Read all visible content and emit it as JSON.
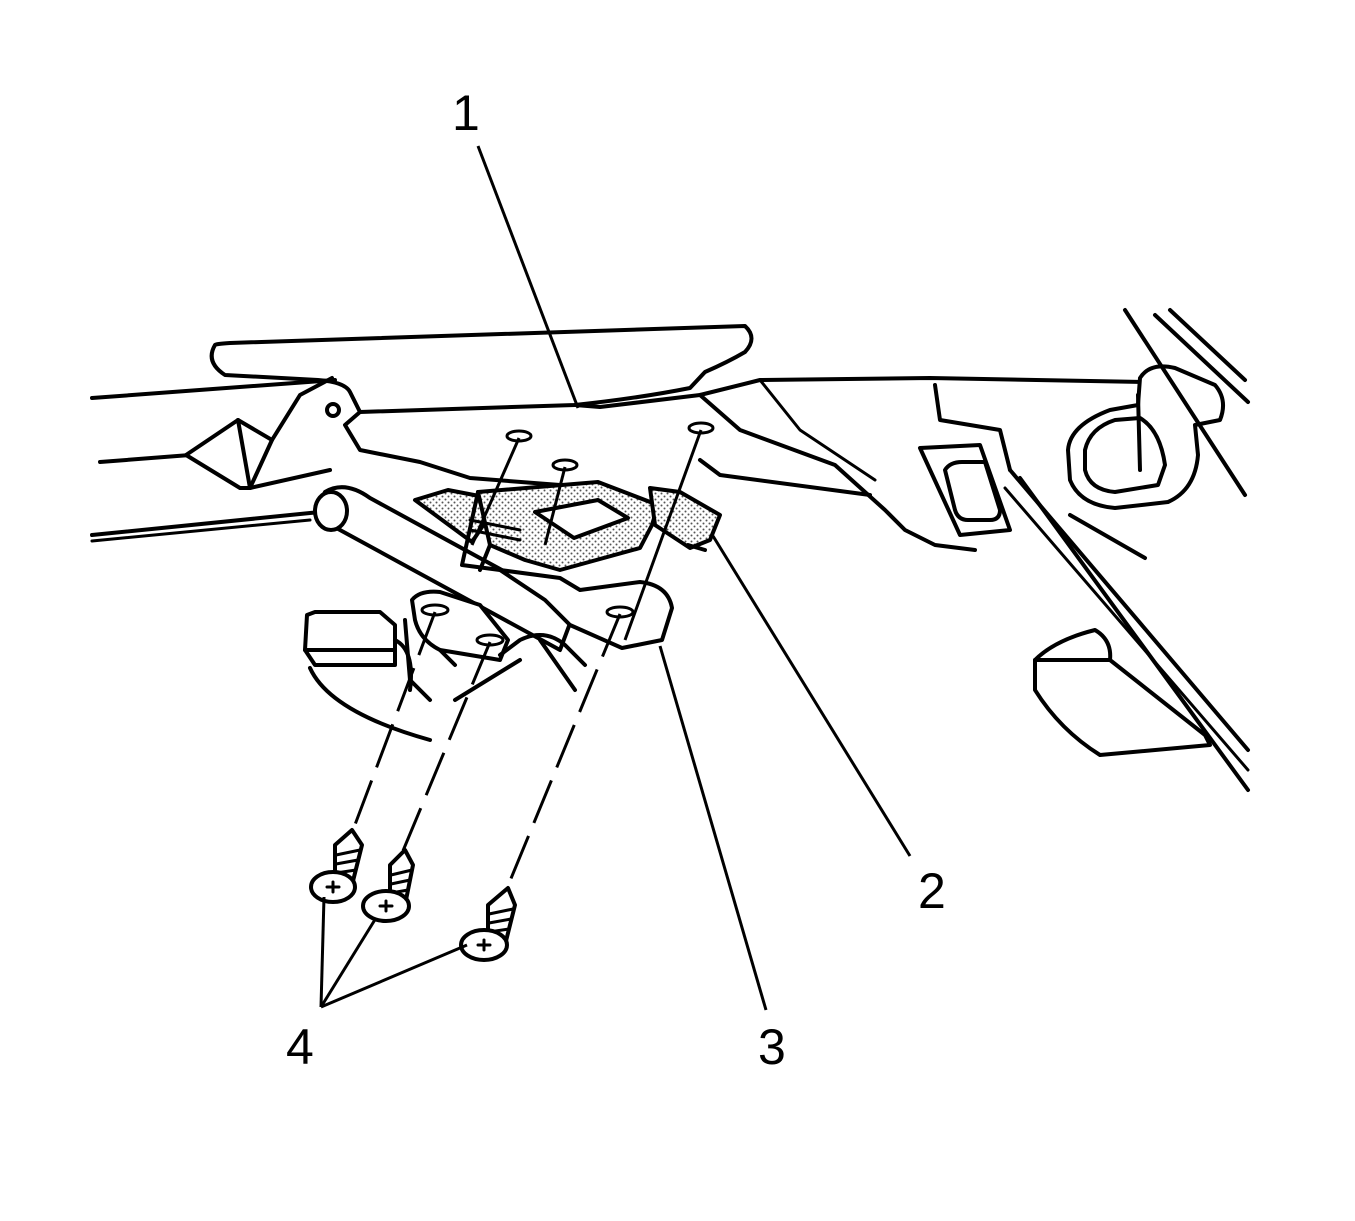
{
  "callouts": {
    "c1": "1",
    "c2": "2",
    "c3": "3",
    "c4": "4"
  },
  "colors": {
    "line": "#000000",
    "background": "#ffffff",
    "stipple": "#9a9a9a"
  }
}
